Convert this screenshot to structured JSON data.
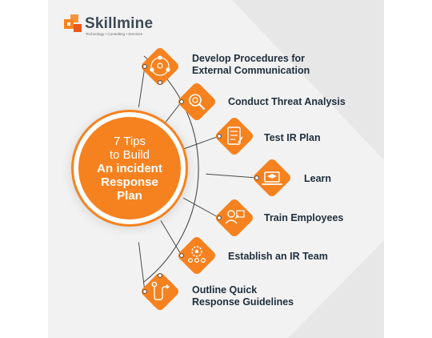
{
  "brand": {
    "name": "Skillmine",
    "tagline": "Technology • Consulting • Services",
    "color": "#f6821f"
  },
  "hub": {
    "line1": "7 Tips",
    "line2": "to Build",
    "line3": "An incident",
    "line4": "Response",
    "line5": "Plan"
  },
  "tips": [
    {
      "line1": "Develop Procedures for",
      "line2": "External Communication",
      "icon": "people-network-icon"
    },
    {
      "line1": "Conduct Threat Analysis",
      "line2": "",
      "icon": "magnifier-icon"
    },
    {
      "line1": "Test IR Plan",
      "line2": "",
      "icon": "checklist-icon"
    },
    {
      "line1": "Learn",
      "line2": "",
      "icon": "laptop-learning-icon"
    },
    {
      "line1": "Train Employees",
      "line2": "",
      "icon": "trainer-icon"
    },
    {
      "line1": "Establish an IR Team",
      "line2": "",
      "icon": "team-gear-icon"
    },
    {
      "line1": "Outline Quick",
      "line2": "Response Guidelines",
      "icon": "route-icon"
    }
  ]
}
